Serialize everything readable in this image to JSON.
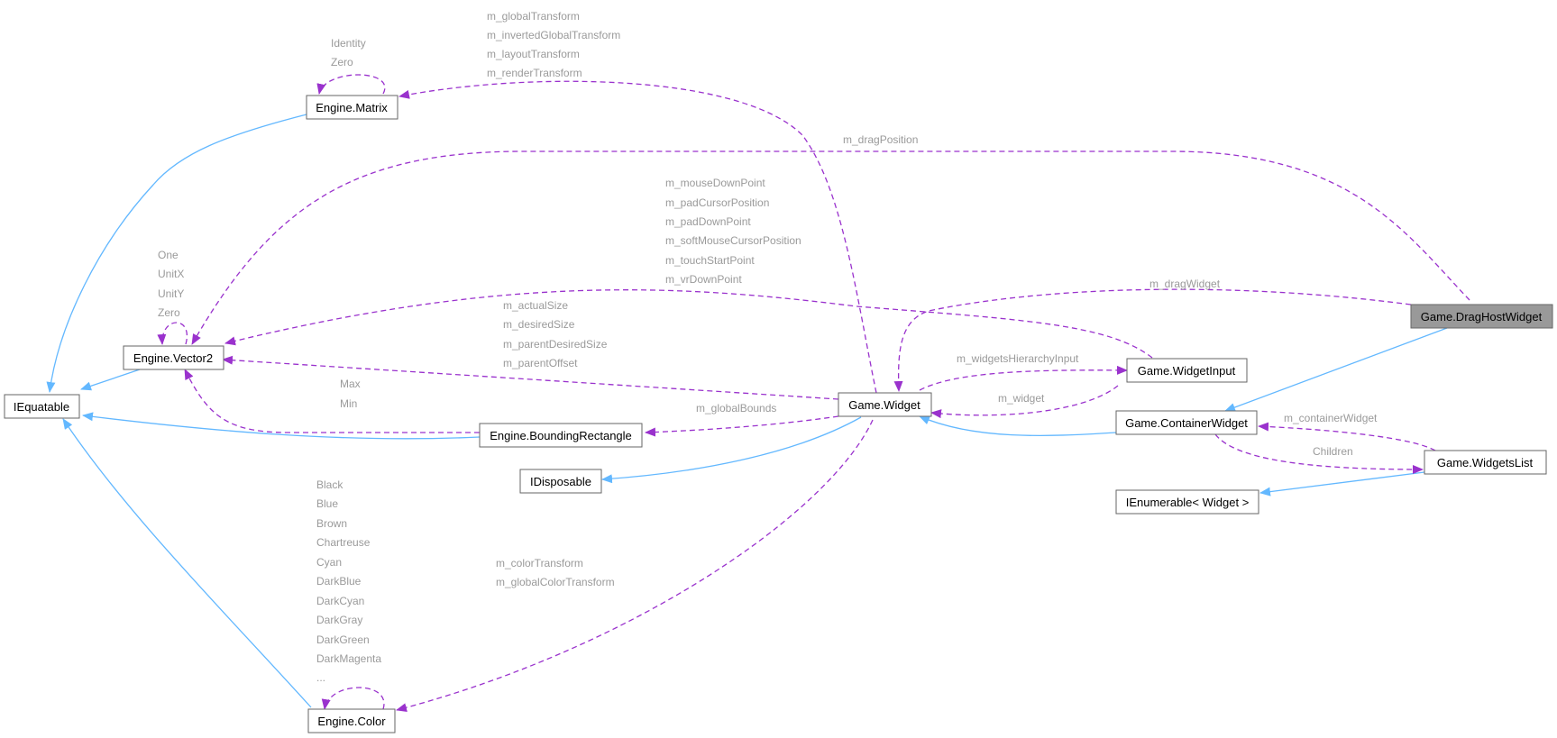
{
  "diagram": {
    "colors": {
      "inheritance": "#63b8ff",
      "usage": "#9a32cd",
      "highlight_fill": "#999999",
      "label": "#9a9a9a"
    },
    "nodes": {
      "drag_host_widget": "Game.DragHostWidget",
      "engine_matrix": "Engine.Matrix",
      "engine_vector2": "Engine.Vector2",
      "iequatable": "IEquatable",
      "game_widget": "Game.Widget",
      "game_widget_input": "Game.WidgetInput",
      "game_container_widget": "Game.ContainerWidget",
      "engine_bounding_rectangle": "Engine.BoundingRectangle",
      "idisposable": "IDisposable",
      "game_widgets_list": "Game.WidgetsList",
      "ienumerable_widget": "IEnumerable< Widget >",
      "engine_color": "Engine.Color"
    },
    "labels": {
      "matrix_self": [
        "Identity",
        "Zero"
      ],
      "widget_to_matrix": [
        "m_globalTransform",
        "m_invertedGlobalTransform",
        "m_layoutTransform",
        "m_renderTransform"
      ],
      "draghost_to_vector2": "m_dragPosition",
      "widgetinput_to_vector2": [
        "m_mouseDownPoint",
        "m_padCursorPosition",
        "m_padDownPoint",
        "m_softMouseCursorPosition",
        "m_touchStartPoint",
        "m_vrDownPoint"
      ],
      "vector2_self": [
        "One",
        "UnitX",
        "UnitY",
        "Zero"
      ],
      "widget_to_vector2": [
        "m_actualSize",
        "m_desiredSize",
        "m_parentDesiredSize",
        "m_parentOffset"
      ],
      "draghost_to_widget": "m_dragWidget",
      "widget_to_widgetinput": "m_widgetsHierarchyInput",
      "widgetinput_to_widget": "m_widget",
      "bounding_to_vector2": [
        "Max",
        "Min"
      ],
      "widget_to_bounding": "m_globalBounds",
      "widgetslist_to_container": "m_containerWidget",
      "container_to_widgetslist": "Children",
      "color_self": [
        "Black",
        "Blue",
        "Brown",
        "Chartreuse",
        "Cyan",
        "DarkBlue",
        "DarkCyan",
        "DarkGray",
        "DarkGreen",
        "DarkMagenta",
        "..."
      ],
      "widget_to_color": [
        "m_colorTransform",
        "m_globalColorTransform"
      ]
    }
  }
}
